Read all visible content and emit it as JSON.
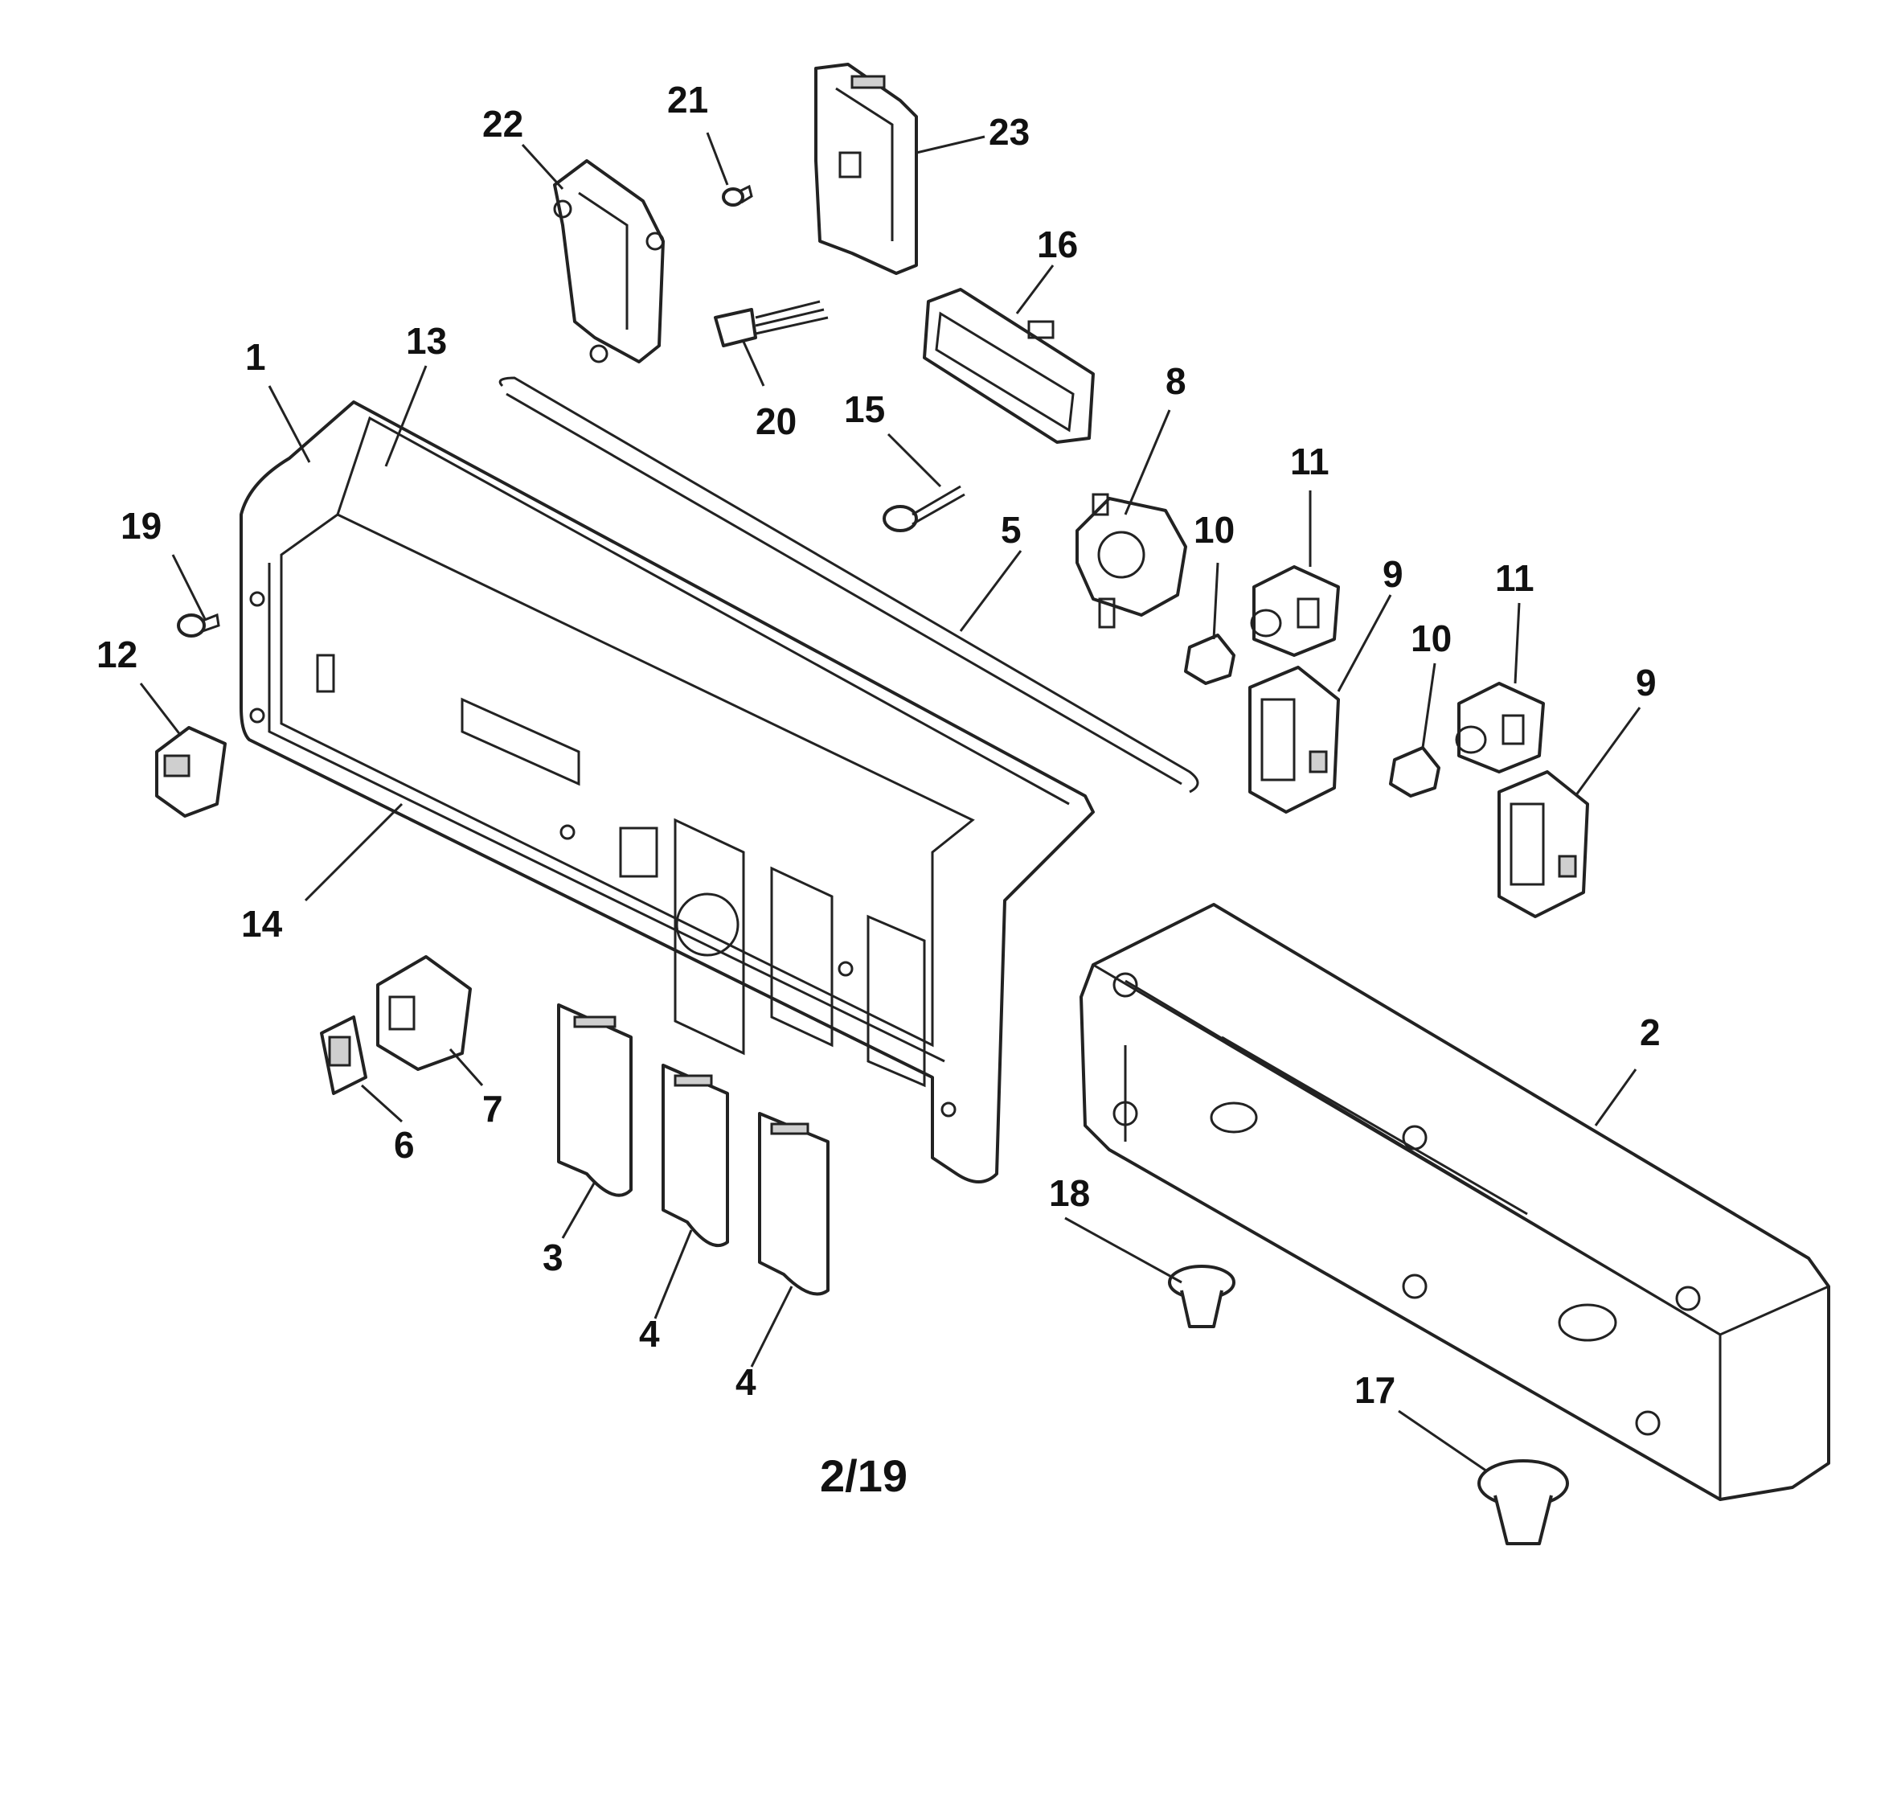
{
  "diagram": {
    "page_label": "2/19",
    "callouts": [
      "1",
      "2",
      "3",
      "4",
      "4",
      "5",
      "6",
      "7",
      "8",
      "9",
      "9",
      "10",
      "10",
      "11",
      "11",
      "12",
      "13",
      "14",
      "15",
      "16",
      "17",
      "18",
      "19",
      "20",
      "21",
      "22",
      "23"
    ]
  }
}
